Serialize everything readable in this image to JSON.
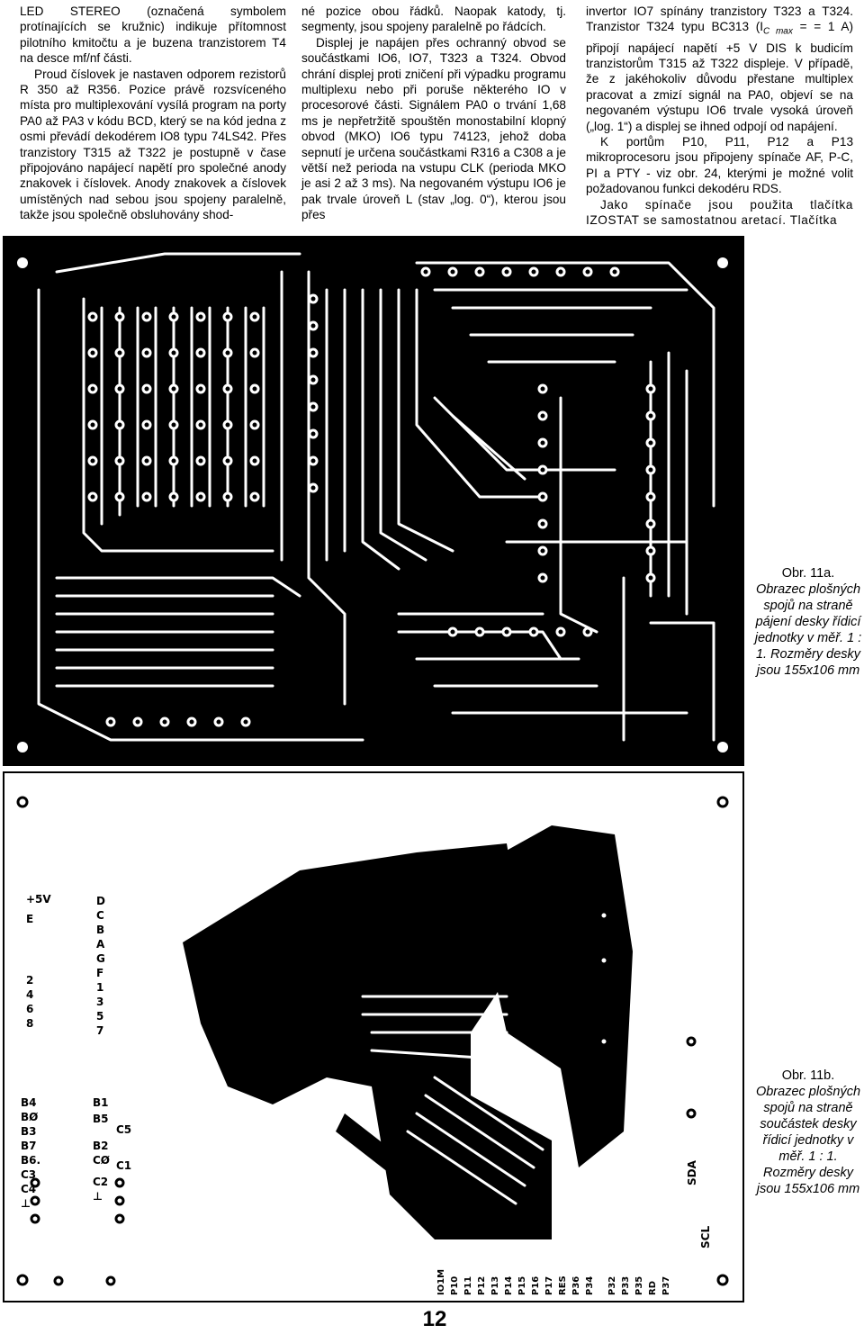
{
  "columns": {
    "col1": [
      "LED STEREO (označená symbolem protínajících se kružnic) indikuje přítomnost pilotního kmitočtu a je buzena tranzistorem T4 na desce mf/nf části.",
      "Proud číslovek je nastaven odporem rezistorů R 350 až R356. Pozice právě rozsvíceného místa pro multiplexování vysílá program na porty PA0 až PA3 v kódu BCD, který se na kód jedna z osmi převádí dekodérem IO8 typu 74LS42. Přes tranzistory T315 až T322 je postupně v čase připojováno napájecí napětí pro společné anody znakovek i číslovek. Anody znakovek a číslovek umístěných nad sebou jsou spojeny paralelně, takže jsou společně obsluhovány shod-"
    ],
    "col2": [
      "né pozice obou řádků. Naopak katody, tj. segmenty, jsou spojeny paralelně po řádcích.",
      "Displej je napájen přes ochranný obvod se součástkami IO6, IO7, T323 a T324. Obvod chrání displej proti zničení při výpadku programu multiplexu nebo při poruše některého IO v procesorové části. Signálem PA0 o trvání 1,68 ms je nepřetržitě spouštěn monostabilní klopný obvod (MKO) IO6 typu 74123, jehož doba sepnutí je určena součástkami R316 a C308 a je větší než perioda na vstupu CLK (perioda MKO je asi 2 až 3 ms). Na negovaném výstupu IO6 je pak trvale úroveň L (stav „log. 0“), kterou jsou přes"
    ],
    "col3": [
      "invertor IO7 spínány tranzistory T323 a T324. Tranzistor T324 typu BC313 (I",
      "C max",
      " = = 1 A) připojí napájecí napětí +5 V DIS k budicím tranzistorům T315 až T322 displeje. V případě, že z jakéhokoliv důvodu přestane multiplex pracovat a zmizí signál na PA0, objeví se na negovaném výstupu IO6 trvale vysoká úroveň („log. 1“) a displej se ihned odpojí od napájení.",
      "K portům P10, P11, P12 a P13 mikroprocesoru jsou připojeny spínače AF, P-C, PI a PTY - viz obr. 24, kterými je možné volit požadovanou funkci dekodéru RDS.",
      "Jako spínače jsou použita tlačítka IZOSTAT se samostatnou aretací. Tlačítka"
    ]
  },
  "figures": {
    "fig_a": {
      "label": "Obr. 11a.",
      "caption": "Obrazec plošných spojů na straně pájení desky řídicí jednotky v měř. 1 : 1. Rozměry desky jsou 155x106 mm"
    },
    "fig_b": {
      "label": "Obr. 11b.",
      "caption": "Obrazec plošných spojů na straně součástek desky řídicí jednotky v měř. 1 : 1. Rozměry desky jsou 155x106 mm",
      "labels_left_a": [
        "+5V",
        "E",
        "2",
        "4",
        "6",
        "8"
      ],
      "labels_left_b": [
        "D",
        "C",
        "B",
        "A",
        "G",
        "F",
        "1",
        "3",
        "5",
        "7"
      ],
      "labels_bottom_left_a": [
        "B4",
        "BØ",
        "B3",
        "B7",
        "B6.",
        "C3",
        "C4",
        "⊥"
      ],
      "labels_bottom_left_b": [
        "B1",
        "B5",
        "B2",
        "CØ",
        "C2",
        "⊥"
      ],
      "labels_bottom_left_c": [
        "C5",
        "C1"
      ],
      "labels_right": [
        "SDA",
        "SCL"
      ],
      "labels_bottom": [
        "IO1M",
        "P10",
        "P11",
        "P12",
        "P13",
        "P14",
        "P15",
        "P16",
        "P17",
        "RES",
        "P36",
        "P34",
        "P32",
        "P33",
        "P35",
        "RD",
        "P37"
      ]
    }
  },
  "page_number": "12"
}
